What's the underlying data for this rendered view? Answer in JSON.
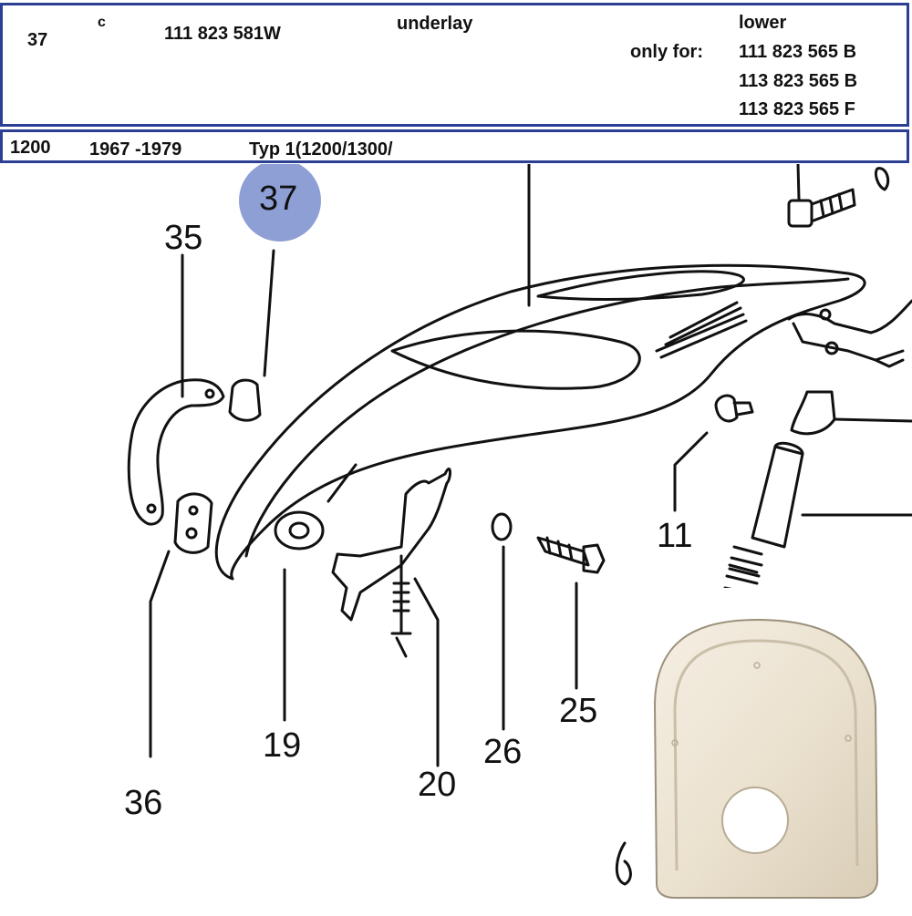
{
  "part": {
    "position": "37",
    "code": "c",
    "number": "111 823 581W",
    "name": "underlay",
    "note": "lower",
    "only_for_label": "only for:",
    "only_for": [
      "111 823 565 B",
      "113 823 565 B",
      "113 823 565 F"
    ]
  },
  "model": {
    "engine": "1200",
    "years": "1967 -1979",
    "type": "Typ 1(1200/1300/"
  },
  "callouts": {
    "highlight": "37",
    "c35": "35",
    "c36": "36",
    "c19": "19",
    "c20": "20",
    "c26": "26",
    "c25": "25",
    "c11": "11"
  },
  "colors": {
    "border": "#2b3f94",
    "highlight": "#8e9fd6",
    "line": "#111111"
  }
}
